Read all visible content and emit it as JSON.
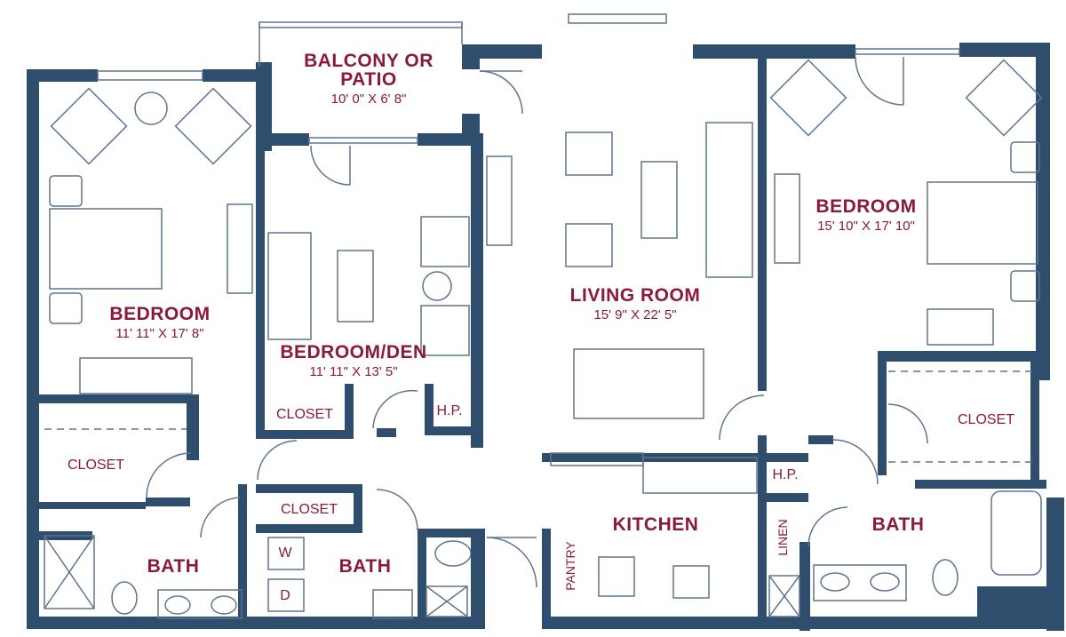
{
  "colors": {
    "wall": "#2f4d6d",
    "fixture": "#5e7591",
    "text": "#8a1b38",
    "background": "#ffffff"
  },
  "rooms": {
    "balcony": {
      "name": "BALCONY OR\nPATIO",
      "name_line1": "BALCONY OR",
      "name_line2": "PATIO",
      "dims": "10' 0\" X 6' 8\""
    },
    "bedroom_left": {
      "name": "BEDROOM",
      "dims": "11' 11\" X 17' 8\""
    },
    "bedroom_den": {
      "name": "BEDROOM/DEN",
      "dims": "11' 11\" X 13' 5\""
    },
    "living_room": {
      "name": "LIVING ROOM",
      "dims": "15' 9\" X 22' 5\""
    },
    "bedroom_right": {
      "name": "BEDROOM",
      "dims": "15' 10\" X 17' 10\""
    },
    "kitchen": {
      "name": "KITCHEN"
    },
    "bath_left": {
      "name": "BATH"
    },
    "bath_middle": {
      "name": "BATH"
    },
    "bath_right": {
      "name": "BATH"
    }
  },
  "labels": {
    "closet_left": "CLOSET",
    "closet_den": "CLOSET",
    "closet_middle": "CLOSET",
    "closet_right": "CLOSET",
    "hp_den": "H.P.",
    "hp_right": "H.P.",
    "linen": "LINEN",
    "pantry": "PANTRY",
    "washer": "W",
    "dryer": "D"
  }
}
